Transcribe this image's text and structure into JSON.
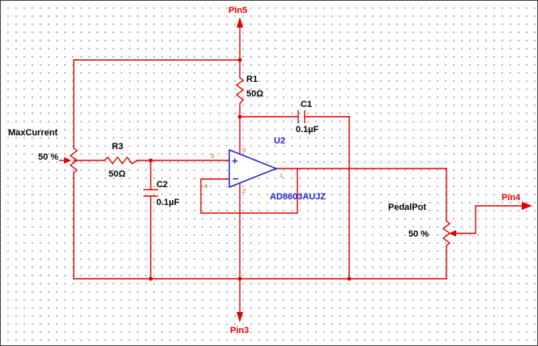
{
  "schematic": {
    "connectors": {
      "pin5": "Pin5",
      "pin3": "Pin3",
      "pin4": "Pin4"
    },
    "components": {
      "r1": {
        "ref": "R1",
        "value": "50Ω"
      },
      "r3": {
        "ref": "R3",
        "value": "50Ω"
      },
      "c1": {
        "ref": "C1",
        "value": "0.1µF"
      },
      "c2": {
        "ref": "C2",
        "value": "0.1µF"
      },
      "u2": {
        "ref": "U2",
        "part": "AD8603AUJZ",
        "plus_sign": "+",
        "minus_sign": "−",
        "pin_numbers": {
          "output": "1",
          "v_minus": "2",
          "in_plus": "3",
          "in_minus": "4",
          "v_plus": "5"
        }
      },
      "max_current_pot": {
        "label": "MaxCurrent",
        "setting": "50 %"
      },
      "pedal_pot": {
        "label": "PedalPot",
        "setting": "50 %"
      }
    },
    "colors": {
      "wire": "#e00000",
      "opamp_blue": "#2222cc",
      "label_black": "#000000",
      "pin_label_red": "#e60000"
    }
  }
}
